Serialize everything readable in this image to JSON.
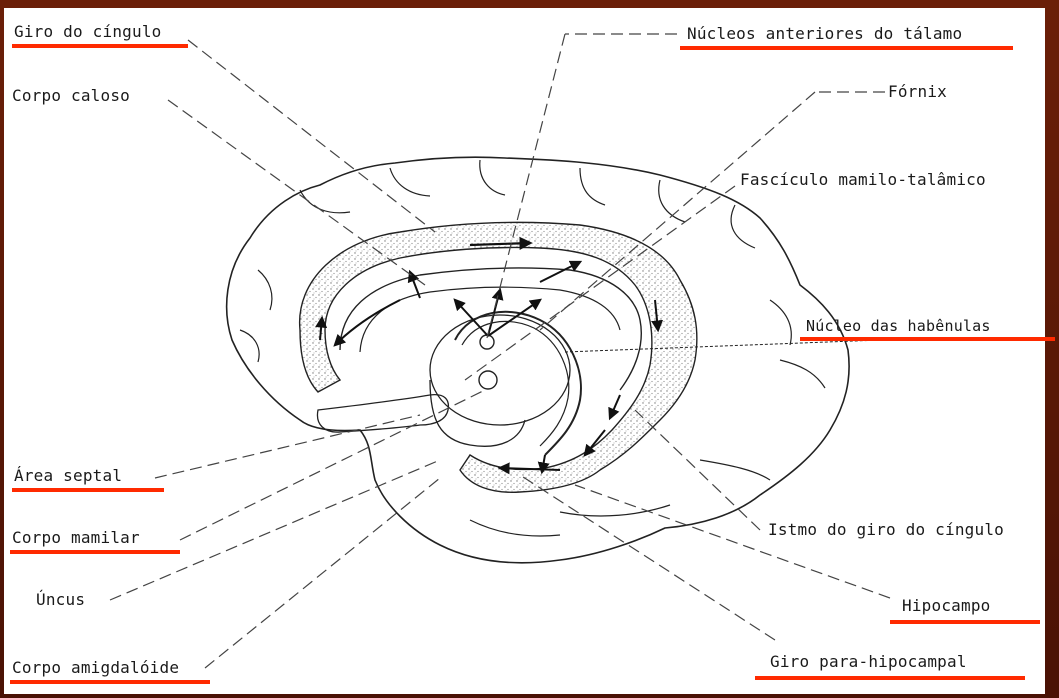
{
  "diagram": {
    "labels": {
      "giro_cingulo": "Giro do cíngulo",
      "nucleos_anteriores": "Núcleos anteriores do tálamo",
      "corpo_caloso": "Corpo caloso",
      "fornix": "Fórnix",
      "fasciculo": "Fascículo mamilo-talâmico",
      "nucleo_habenulas": "Núcleo das habênulas",
      "area_septal": "Área septal",
      "corpo_mamilar": "Corpo mamilar",
      "uncus": "Úncus",
      "corpo_amigdaloide": "Corpo amigdalóide",
      "istmo": "Istmo do giro do cíngulo",
      "hipocampo": "Hipocampo",
      "giro_parahipocampal": "Giro para-hipocampal"
    },
    "colors": {
      "background": "#5a1a08",
      "panel": "#ffffff",
      "highlight_bar": "#ff2a00",
      "ink": "#1a1a1a"
    }
  }
}
